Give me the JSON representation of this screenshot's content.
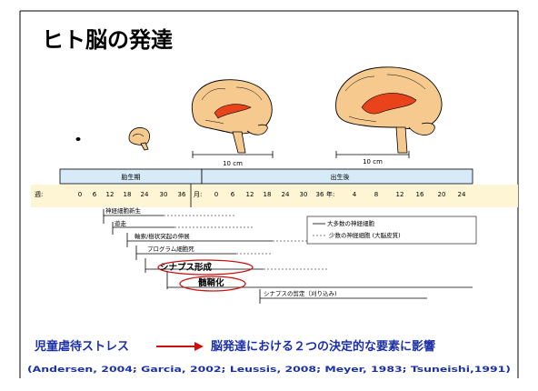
{
  "title": "ヒト脳の発達",
  "scale_labels": [
    "10 cm",
    "10 cm"
  ],
  "timeline": {
    "prenatal_label": "胎生期",
    "postnatal_label": "出生後",
    "week_label": "週:",
    "month_label": "月:",
    "year_label": "年:",
    "week_ticks": [
      "0",
      "6",
      "12",
      "18",
      "24",
      "30",
      "36"
    ],
    "month_ticks": [
      "0",
      "6",
      "12",
      "18",
      "24",
      "30",
      "36"
    ],
    "year_ticks": [
      "4",
      "8",
      "12",
      "16",
      "20",
      "24"
    ]
  },
  "processes": {
    "neurogenesis": "神経細胞新生",
    "migration": "遊走",
    "axon_growth": "軸索/樹状突起の伸展",
    "apoptosis": "プログラム細胞死",
    "synaptogenesis": "シナプス形成",
    "myelination": "髄鞘化",
    "pruning": "シナプスの剪定（刈り込み)"
  },
  "legend": {
    "majority_neurons": "大多数の神経細胞",
    "few_neurons": "少数の神経細胞 (大脳皮質)"
  },
  "conclusion": {
    "left": "児童虐待ストレス",
    "right": "脳発達における２つの決定的な要素に影響"
  },
  "citation": "(Andersen, 2004; Garcia, 2002; Leussis, 2008; Meyer, 1983; Tsuneishi,1991)",
  "colors": {
    "timeline_header": "#d6eaf8",
    "timeline_scale": "#fdf5d3",
    "arrow_blue": "#1a2fa8",
    "highlight_red": "#cc1111",
    "brain_fill": "#f6ca8f",
    "brain_core": "#e8431a"
  }
}
